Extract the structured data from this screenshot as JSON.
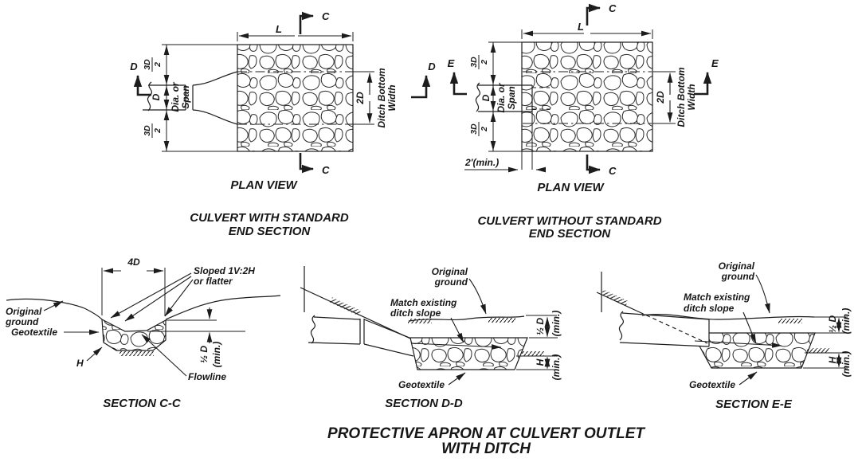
{
  "title": {
    "line1": "PROTECTIVE APRON AT CULVERT OUTLET",
    "line2": "WITH DITCH"
  },
  "plan_with": {
    "caption": "PLAN VIEW",
    "name_line1": "CULVERT WITH STANDARD",
    "name_line2": "END SECTION",
    "dim_L": "L",
    "frac_num": "3D",
    "frac_den": "2",
    "dim_D": "D",
    "pipe_line1": "Dia. or",
    "pipe_line2": "Span",
    "dim_2D": "2D",
    "ditch_line1": "Ditch Bottom",
    "ditch_line2": "Width",
    "cut_C": "C",
    "cut_D": "D"
  },
  "plan_without": {
    "caption": "PLAN VIEW",
    "name_line1": "CULVERT WITHOUT STANDARD",
    "name_line2": "END SECTION",
    "dim_L": "L",
    "frac_num": "3D",
    "frac_den": "2",
    "dim_D": "D",
    "pipe_line1": "Dia. or",
    "pipe_line2": "Span",
    "dim_2D": "2D",
    "ditch_line1": "Ditch Bottom",
    "ditch_line2": "Width",
    "embed": "2'(min.)",
    "cut_C": "C",
    "cut_E": "E"
  },
  "section_cc": {
    "caption": "SECTION C-C",
    "dim_4D": "4D",
    "slope_line1": "Sloped 1V:2H",
    "slope_line2": "or flatter",
    "orig_line1": "Original",
    "orig_line2": "ground",
    "geotextile": "Geotextile",
    "dim_H": "H",
    "half_d": "½ D",
    "min": "(min.)",
    "flowline": "Flowline"
  },
  "section_dd": {
    "caption": "SECTION D-D",
    "orig_line1": "Original",
    "orig_line2": "ground",
    "match_line1": "Match existing",
    "match_line2": "ditch slope",
    "half_d": "½ D",
    "min": "(min.)",
    "dim_H": "H",
    "geotextile": "Geotextile"
  },
  "section_ee": {
    "caption": "SECTION E-E",
    "orig_line1": "Original",
    "orig_line2": "ground",
    "match_line1": "Match existing",
    "match_line2": "ditch slope",
    "half_d": "½ D",
    "min": "(min.)",
    "dim_H": "H",
    "geotextile": "Geotextile"
  }
}
